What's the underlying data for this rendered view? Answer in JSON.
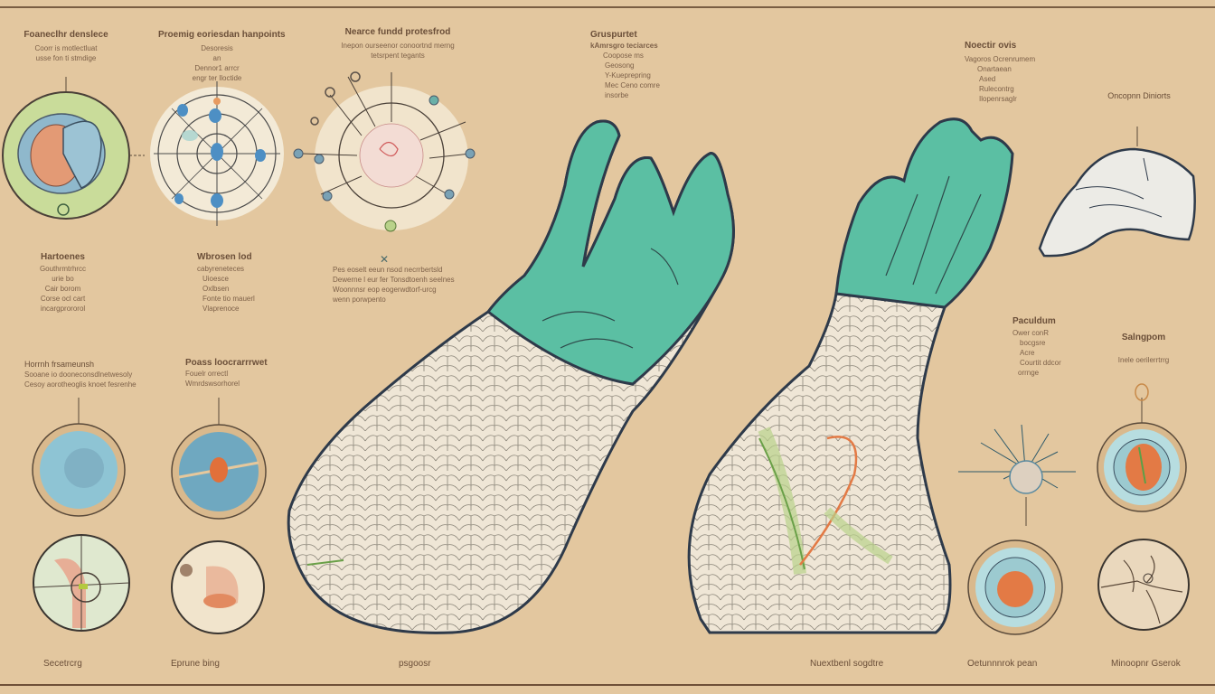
{
  "figure": {
    "background_color": "#e3c79f",
    "accent_colors": {
      "glove_teal": "#5bbfa3",
      "skin_cream": "#efe6d6",
      "outline": "#2e3a4a",
      "orange": "#e37a45",
      "blue": "#7fb6c9",
      "green": "#b9d28a"
    }
  },
  "labels": {
    "top_1": {
      "title": "Foaneclhr denslece",
      "lines": [
        "Coorr is motlectluat",
        "usse fon ti stmdige"
      ]
    },
    "top_2": {
      "title": "Proemig eoriesdan hanpoints",
      "lines": [
        "Desoresis",
        "an",
        "Dennor1 arrcr",
        "engr ter lloctide"
      ]
    },
    "top_3": {
      "title": "Nearce fundd protesfrod",
      "lines": [
        "Inepon ourseenor conoortnd merng",
        "tetsrpent tegants"
      ]
    },
    "top_4": {
      "title": "Gruspurtet",
      "lines": [
        "kAmrsgro teciarces",
        "Coopose ms",
        "Geosong",
        "Y-Kueprepring",
        "Mec Ceno comre",
        "insorbe"
      ]
    },
    "top_5": {
      "title": "Noectir ovis",
      "lines": [
        "Vagoros Ocrenrumem",
        "Onartaean",
        "Ased",
        "Rulecontrg",
        "Ilopenrsaglr"
      ]
    },
    "top_6": {
      "title": "Oncopnn Diniorts",
      "lines": []
    },
    "mid_1": {
      "title": "Hartoenes",
      "lines": [
        "Gouthrmtrhrcc",
        "urie bo",
        "Cair borom",
        "Corse ocl cart",
        "incargprororol"
      ]
    },
    "mid_2": {
      "title": "Wbrosen lod",
      "lines": [
        "cabyreneteces",
        "Uioesce",
        "Oxlbsen",
        "Fonte tio mauerl",
        "Vlaprenoce"
      ]
    },
    "mid_3": {
      "title": "",
      "lines": [
        "Pes eoselt eeun nsod necrrbertsld",
        "Dewerne l eur fer Tonsdtoenh seelnes",
        "Woonnnsr eop eogerwdtorf-urcg",
        "wenn porwpento"
      ]
    },
    "mid_4": {
      "title": "Horrnh frsameunsh",
      "lines": [
        "Sooane io dooneconsdlnetwesoly",
        "Cesoy aorotheoglis knoet fesrenhe"
      ]
    },
    "mid_5": {
      "title": "Poass loocrarrrwet",
      "lines": [
        "Fouelr orrectl",
        "Wmrdswsorhorel"
      ]
    },
    "right_1": {
      "title": "Paculdum",
      "lines": [
        "Ower conR",
        "bocgsre",
        "Acre",
        "Courtit ddcor",
        "orrnge"
      ]
    },
    "right_2": {
      "title": "Salngpom",
      "lines": [
        "Inele oerilerrtrrg"
      ]
    }
  },
  "footer": {
    "captions": [
      "Secetrcrg",
      "Eprune bing",
      "psgoosr",
      "Nuextbenl sogdtre",
      "Oetunnnrok pean",
      "Minoopnr Gserok"
    ]
  },
  "diagrams": [
    {
      "id": "cell-cross-section",
      "style": "green ring with blue and orange core"
    },
    {
      "id": "cell-network",
      "style": "cream disk with blue nodes"
    },
    {
      "id": "nerve-diagram",
      "style": "cream disk with red center and radial connectors"
    },
    {
      "id": "blue-cell-1",
      "style": "blue disk with tan ring"
    },
    {
      "id": "blue-cell-2",
      "style": "blue disk with orange core"
    },
    {
      "id": "joint-detail-1",
      "style": "pale green disk with pink tube"
    },
    {
      "id": "joint-detail-2",
      "style": "cream disk with orange form"
    },
    {
      "id": "gloved-hand-left",
      "style": "teal glove, cracked skin forearm"
    },
    {
      "id": "gloved-hand-right",
      "style": "teal glove, cracked skin with veins"
    },
    {
      "id": "heel-pad",
      "style": "white cracked foot pad"
    },
    {
      "id": "starburst",
      "style": "radiating lines over half disk"
    },
    {
      "id": "orange-leaf-cell",
      "style": "blue ring with orange leaf"
    },
    {
      "id": "orange-core-cell",
      "style": "blue ring with orange core"
    },
    {
      "id": "cracked-tissue",
      "style": "cream disk with cracks"
    }
  ]
}
